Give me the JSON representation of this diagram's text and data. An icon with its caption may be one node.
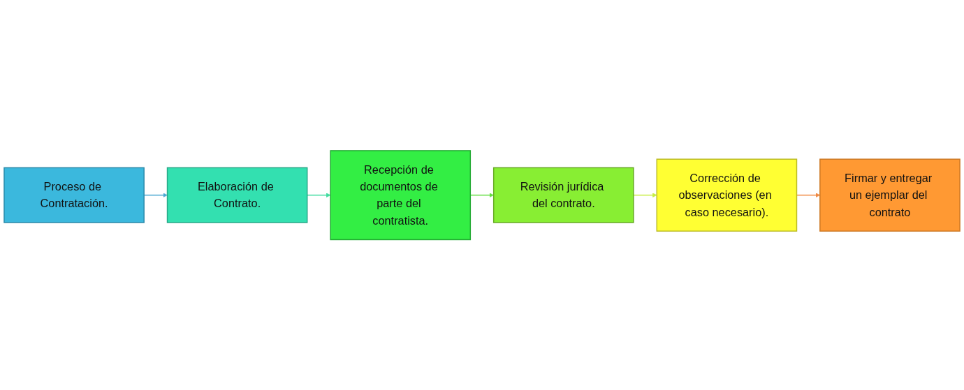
{
  "diagram": {
    "nodes": [
      {
        "text": [
          "Proceso de Contratación."
        ]
      },
      {
        "text": [
          "Elaboración de Contrato."
        ]
      },
      {
        "text": [
          "Recepción de documentos de parte del contratista."
        ]
      },
      {
        "text": [
          "Revisión jurídica del contrato."
        ]
      },
      {
        "text": [
          "Corrección de observaciones (en caso necesario)."
        ]
      },
      {
        "text": [
          "Firmar y entregar un ejemplar del contrato"
        ]
      }
    ],
    "edges": [
      {
        "from": 0,
        "to": 1,
        "arrow": "to",
        "color": "#4aa8d0"
      },
      {
        "from": 1,
        "to": 2,
        "arrow": "to",
        "color": "#40dca0"
      },
      {
        "from": 2,
        "to": 3,
        "arrow": "to",
        "color": "#66dd44"
      },
      {
        "from": 3,
        "to": 4,
        "arrow": "to",
        "color": "#c8ee44"
      },
      {
        "from": 4,
        "to": 5,
        "arrow": "to",
        "color": "#f08a44"
      }
    ]
  }
}
